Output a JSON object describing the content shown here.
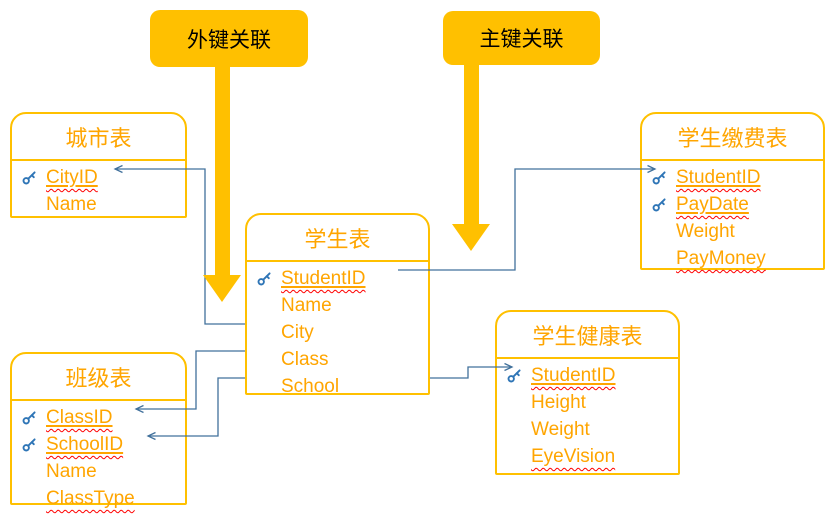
{
  "annotations": {
    "foreign_key_label": "外键关联",
    "primary_key_label": "主键关联"
  },
  "tables": [
    {
      "title": "城市表",
      "fields": [
        {
          "name": "CityID",
          "primary_key": true,
          "spellcheck_underline": true
        },
        {
          "name": "Name",
          "primary_key": false,
          "spellcheck_underline": false
        }
      ]
    },
    {
      "title": "学生表",
      "fields": [
        {
          "name": "StudentID",
          "primary_key": true,
          "spellcheck_underline": true
        },
        {
          "name": "Name",
          "primary_key": false,
          "spellcheck_underline": false
        },
        {
          "name": "City",
          "primary_key": false,
          "spellcheck_underline": false
        },
        {
          "name": "Class",
          "primary_key": false,
          "spellcheck_underline": false
        },
        {
          "name": "School",
          "primary_key": false,
          "spellcheck_underline": false
        }
      ]
    },
    {
      "title": "班级表",
      "fields": [
        {
          "name": "ClassID",
          "primary_key": true,
          "spellcheck_underline": true
        },
        {
          "name": "SchoolID",
          "primary_key": true,
          "spellcheck_underline": true
        },
        {
          "name": "Name",
          "primary_key": false,
          "spellcheck_underline": false
        },
        {
          "name": "ClassType",
          "primary_key": false,
          "spellcheck_underline": true
        }
      ]
    },
    {
      "title": "学生缴费表",
      "fields": [
        {
          "name": "StudentID",
          "primary_key": true,
          "spellcheck_underline": true
        },
        {
          "name": "PayDate",
          "primary_key": true,
          "spellcheck_underline": true
        },
        {
          "name": "Weight",
          "primary_key": false,
          "spellcheck_underline": false
        },
        {
          "name": "PayMoney",
          "primary_key": false,
          "spellcheck_underline": true
        }
      ]
    },
    {
      "title": "学生健康表",
      "fields": [
        {
          "name": "StudentID",
          "primary_key": true,
          "spellcheck_underline": true
        },
        {
          "name": "Height",
          "primary_key": false,
          "spellcheck_underline": false
        },
        {
          "name": "Weight",
          "primary_key": false,
          "spellcheck_underline": false
        },
        {
          "name": "EyeVision",
          "primary_key": false,
          "spellcheck_underline": true
        }
      ]
    }
  ],
  "relationships": [
    {
      "from": "学生表.City",
      "to": "城市表.CityID",
      "type": "foreign-key"
    },
    {
      "from": "学生表.Class",
      "to": "班级表.ClassID",
      "type": "foreign-key"
    },
    {
      "from": "学生表.School",
      "to": "班级表.SchoolID",
      "type": "foreign-key"
    },
    {
      "from": "学生表.StudentID",
      "to": "学生缴费表.StudentID",
      "type": "primary-key"
    },
    {
      "from": "学生表.StudentID",
      "to": "学生健康表.StudentID",
      "type": "primary-key"
    }
  ],
  "colors": {
    "accent_gold": "#FFC000",
    "table_border": "#FFC000",
    "table_text": "#FFA500",
    "connector_blue": "#41719C",
    "key_icon_blue": "#2E75B6",
    "spellcheck_red": "#FF0000",
    "banner_text": "#000000"
  }
}
